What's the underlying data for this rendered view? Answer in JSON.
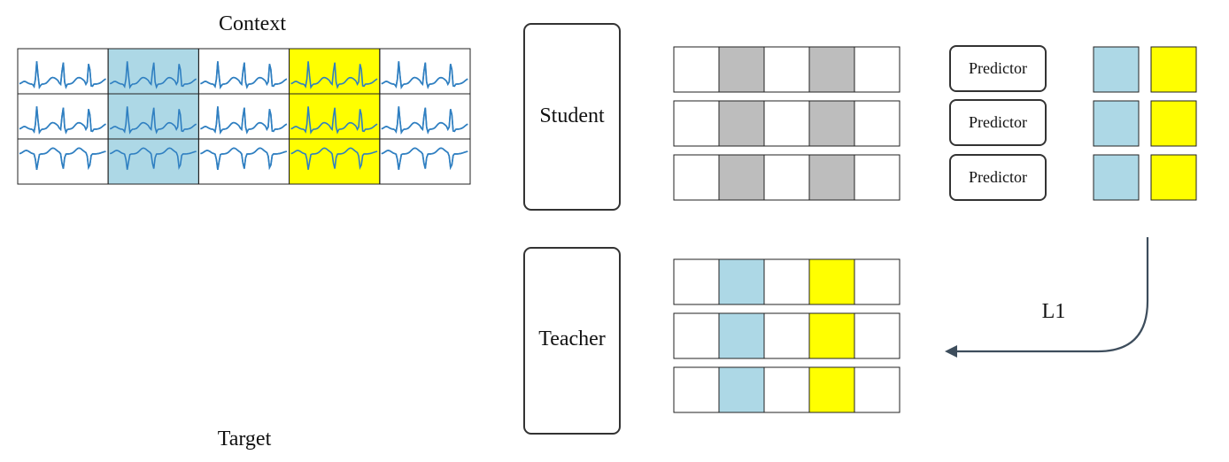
{
  "labels": {
    "context": "Context",
    "target": "Target",
    "student": "Student",
    "teacher": "Teacher",
    "predictor": "Predictor",
    "loss": "L1"
  },
  "colors": {
    "masked_dark": "#808080",
    "masked_light": "#bdbdbd",
    "blue": "#add8e6",
    "yellow": "#ffff00",
    "ecg_line": "#2f7fc1",
    "box_border": "#333333",
    "arrow": "#3d4d5c"
  },
  "structure": {
    "ecg_rows": 3,
    "segments_per_row": 5,
    "masked_segments": [
      1,
      3
    ],
    "target_segment_colors": [
      "",
      "blue",
      "",
      "yellow",
      ""
    ],
    "embedding_rows": 3,
    "predictor_count": 3
  },
  "icons": {
    "ecg_trace": "ecg-waveform-icon",
    "loss_arrow": "curved-arrow-left-icon"
  }
}
